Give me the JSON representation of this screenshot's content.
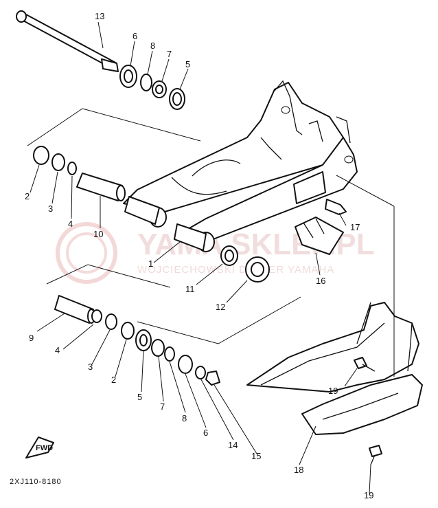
{
  "watermark": {
    "main": "YAMA SKLEP.PL",
    "sub": "WOJCIECHOWSKI DEALER YAMAHA",
    "logo_color": "#e9b8b8"
  },
  "diagram_code": "2XJ110-8180",
  "fwd_label": "FWD",
  "callouts": [
    {
      "id": "c13",
      "label": "13"
    },
    {
      "id": "c6a",
      "label": "6"
    },
    {
      "id": "c8a",
      "label": "8"
    },
    {
      "id": "c7a",
      "label": "7"
    },
    {
      "id": "c5a",
      "label": "5"
    },
    {
      "id": "c2a",
      "label": "2"
    },
    {
      "id": "c3a",
      "label": "3"
    },
    {
      "id": "c4a",
      "label": "4"
    },
    {
      "id": "c10",
      "label": "10"
    },
    {
      "id": "c1",
      "label": "1"
    },
    {
      "id": "c11",
      "label": "11"
    },
    {
      "id": "c12",
      "label": "12"
    },
    {
      "id": "c16",
      "label": "16"
    },
    {
      "id": "c17",
      "label": "17"
    },
    {
      "id": "c9",
      "label": "9"
    },
    {
      "id": "c4b",
      "label": "4"
    },
    {
      "id": "c3b",
      "label": "3"
    },
    {
      "id": "c2b",
      "label": "2"
    },
    {
      "id": "c5b",
      "label": "5"
    },
    {
      "id": "c7b",
      "label": "7"
    },
    {
      "id": "c8b",
      "label": "8"
    },
    {
      "id": "c6b",
      "label": "6"
    },
    {
      "id": "c14",
      "label": "14"
    },
    {
      "id": "c15",
      "label": "15"
    },
    {
      "id": "c19a",
      "label": "19"
    },
    {
      "id": "c18",
      "label": "18"
    },
    {
      "id": "c19b",
      "label": "19"
    }
  ]
}
